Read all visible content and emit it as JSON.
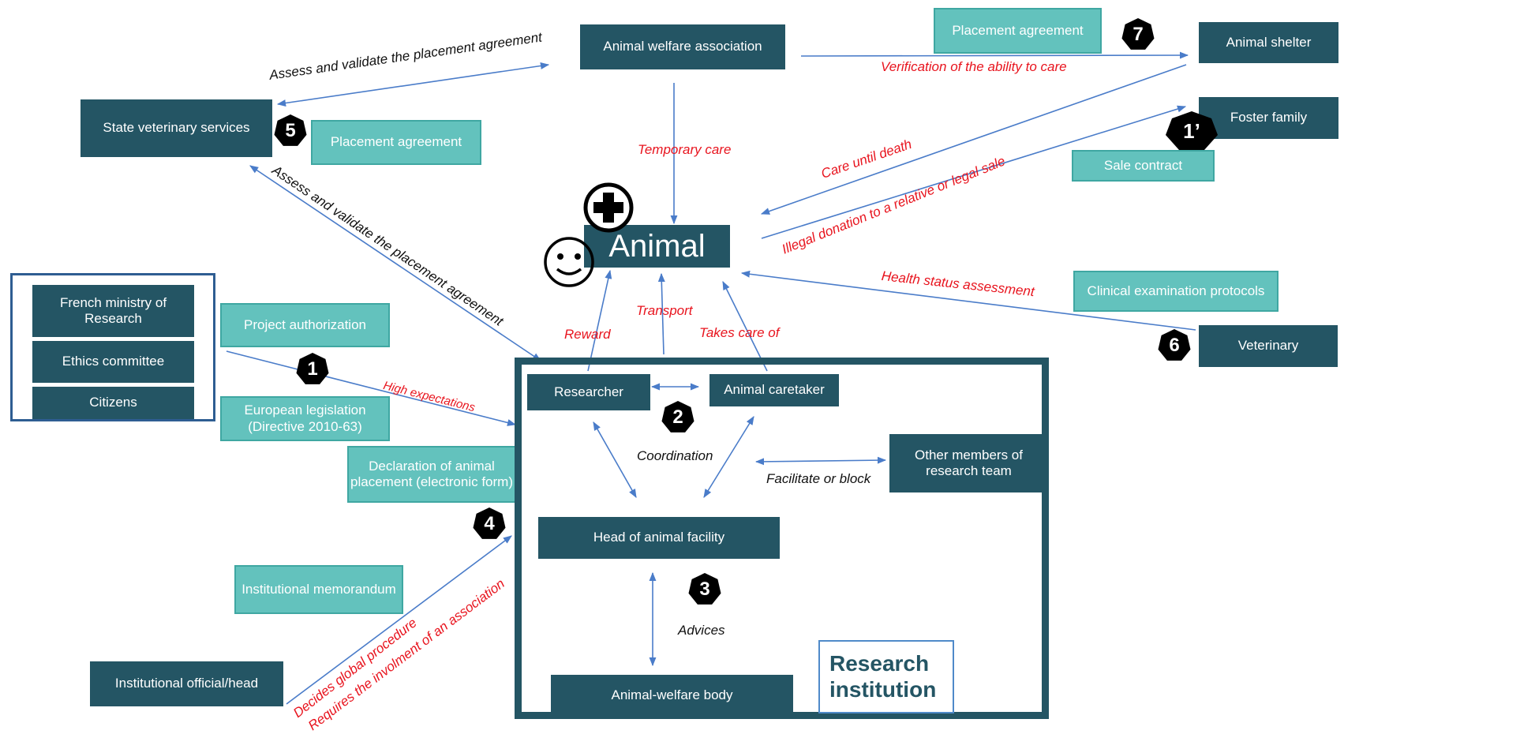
{
  "nodes": {
    "animal_welfare_association": "Animal welfare association",
    "animal_shelter": "Animal shelter",
    "foster_family": "Foster family",
    "state_veterinary_services": "State veterinary services",
    "animal": "Animal",
    "veterinary": "Veterinary",
    "french_ministry": "French ministry of Research",
    "ethics_committee": "Ethics committee",
    "citizens": "Citizens",
    "researcher": "Researcher",
    "animal_caretaker": "Animal caretaker",
    "other_members": "Other members of research team",
    "head_of_facility": "Head of animal facility",
    "animal_welfare_body": "Animal-welfare body",
    "institutional_official": "Institutional official/head",
    "research_institution": "Research institution"
  },
  "documents": {
    "placement_agreement_top": "Placement agreement",
    "placement_agreement_left": "Placement agreement",
    "sale_contract": "Sale contract",
    "clinical_protocols": "Clinical examination protocols",
    "project_authorization": "Project authorization",
    "european_legislation": "European legislation (Directive 2010-63)",
    "declaration_placement": "Declaration of animal placement (electronic form)",
    "institutional_memorandum": "Institutional memorandum"
  },
  "edge_labels": {
    "assess_top": "Assess and validate the placement agreement",
    "assess_diag": "Assess and validate the placement agreement",
    "verification": "Verification of the ability to care",
    "temporary_care": "Temporary care",
    "care_until_death": "Care until death",
    "illegal_donation": "Illegal donation to a relative or legal sale",
    "health_status": "Health status assessment",
    "reward": "Reward",
    "transport": "Transport",
    "takes_care": "Takes care of",
    "high_expectations": "High expectations",
    "coordination": "Coordination",
    "facilitate": "Facilitate or block",
    "advices": "Advices",
    "decides": "Decides global procedure",
    "requires": "Requires the involment of an association"
  },
  "badges": {
    "b1": "1",
    "b1prime": "1’",
    "b2": "2",
    "b3": "3",
    "b4": "4",
    "b5": "5",
    "b6": "6",
    "b7": "7"
  },
  "icons": [
    "plus-circle-icon",
    "smiley-icon"
  ],
  "colors": {
    "node_dark": "#245564",
    "doc_teal": "#63c2bd",
    "arrow_blue": "#4a7cc9",
    "label_red": "#e8141e",
    "badge_black": "#000000"
  }
}
